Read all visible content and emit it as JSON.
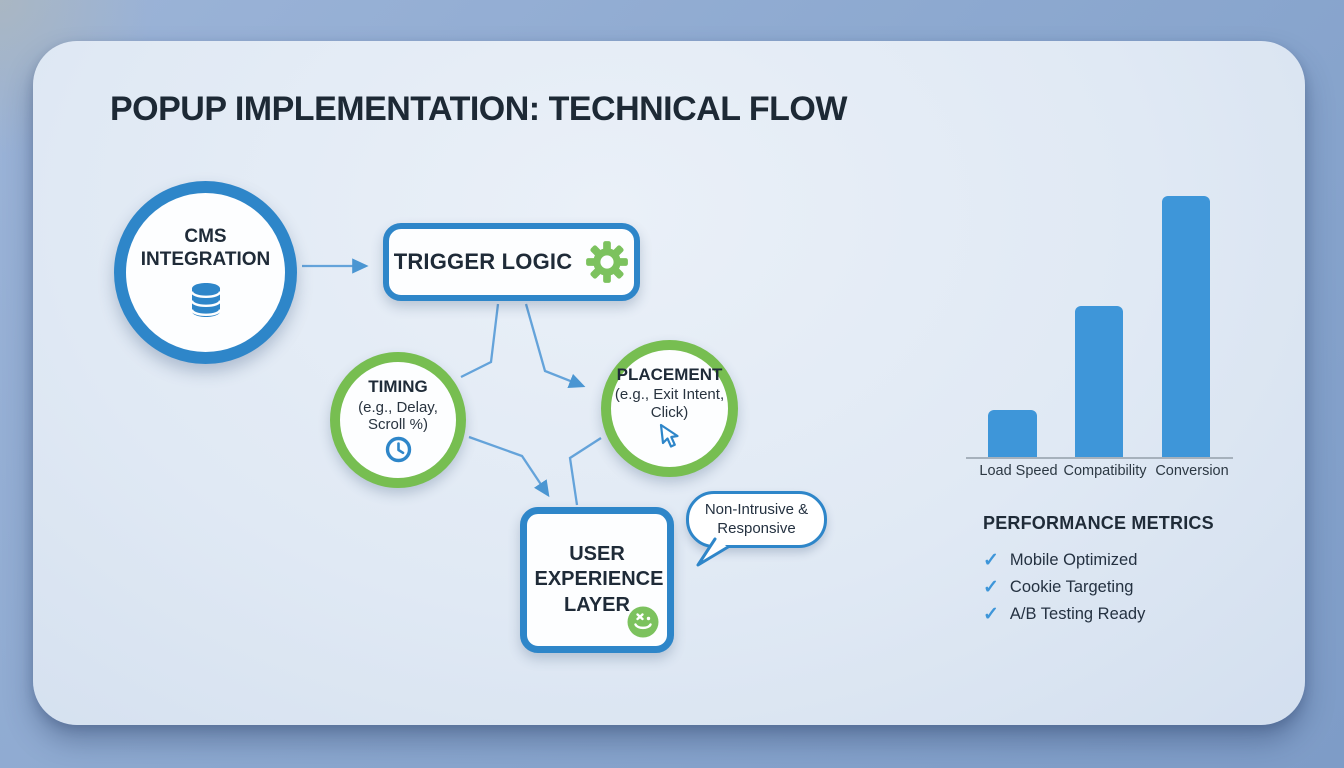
{
  "title": "POPUP IMPLEMENTATION: TECHNICAL FLOW",
  "flow": {
    "cms": {
      "label": "CMS INTEGRATION",
      "icon": "database-icon"
    },
    "trigger": {
      "label": "TRIGGER LOGIC",
      "icon": "gear-icon"
    },
    "timing": {
      "label": "TIMING",
      "sub": "(e.g., Delay, Scroll %)",
      "icon": "clock-icon"
    },
    "placement": {
      "label": "PLACEMENT",
      "sub": "(e.g., Exit Intent, Click)",
      "icon": "cursor-icon"
    },
    "ux": {
      "label": "USER EXPERIENCE LAYER",
      "icon": "smiley-icon"
    },
    "bubble": {
      "text": "Non-Intrusive & Responsive"
    }
  },
  "chart_data": {
    "type": "bar",
    "title": "",
    "categories": [
      "Load Speed",
      "Compatibility",
      "Conversion"
    ],
    "values": [
      18,
      58,
      100
    ],
    "series_note": "values are relative bar heights, no y-axis labels shown",
    "xlabel": "",
    "ylabel": "",
    "ylim": [
      0,
      100
    ],
    "grid": false,
    "legend": false,
    "bar_color": "#3e96d9"
  },
  "metrics": {
    "title": "PERFORMANCE METRICS",
    "check_icon": "check-icon",
    "items": [
      "Mobile Optimized",
      "Cookie Targeting",
      "A/B Testing Ready"
    ]
  },
  "colors": {
    "accent_blue": "#2e86c9",
    "accent_green": "#77be51",
    "bar_blue": "#3e96d9",
    "connector_blue": "#64a3da",
    "text_dark": "#1f2b38",
    "card_bg": "#e0e9f4",
    "page_bg": "#8da9d0"
  }
}
